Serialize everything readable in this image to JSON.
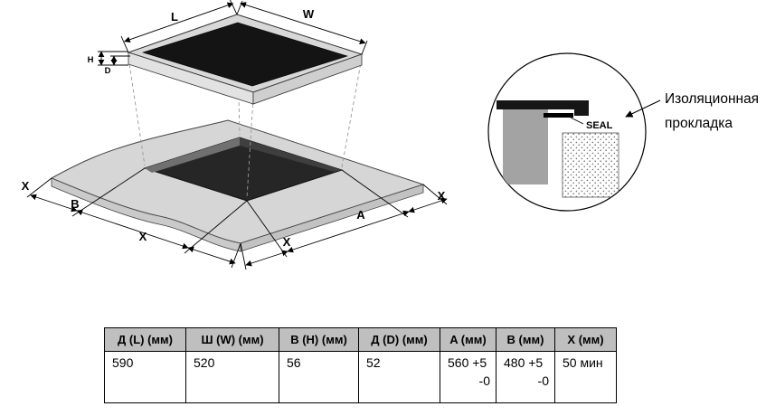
{
  "diagram": {
    "dim_labels": {
      "l": "L",
      "w": "W",
      "h": "H",
      "d": "D",
      "x_left": "X",
      "b": "B",
      "x_bottom_left": "X",
      "x_bottom_right": "X",
      "a": "A",
      "x_right": "X"
    },
    "detail": {
      "seal": "SEAL",
      "callout": [
        "Изоляционная",
        "прокладка"
      ]
    }
  },
  "table": {
    "headers": [
      "Д (L) (мм)",
      "Ш (W) (мм)",
      "В (H) (мм)",
      "Д (D) (мм)",
      "A (мм)",
      "B (мм)",
      "X (мм)"
    ],
    "row": {
      "l": "590",
      "w": "520",
      "h": "56",
      "d": "52",
      "a_main": "560 +5",
      "a_sub": "-0",
      "b_main": "480 +5",
      "b_sub": "-0",
      "x": "50 мин"
    }
  }
}
